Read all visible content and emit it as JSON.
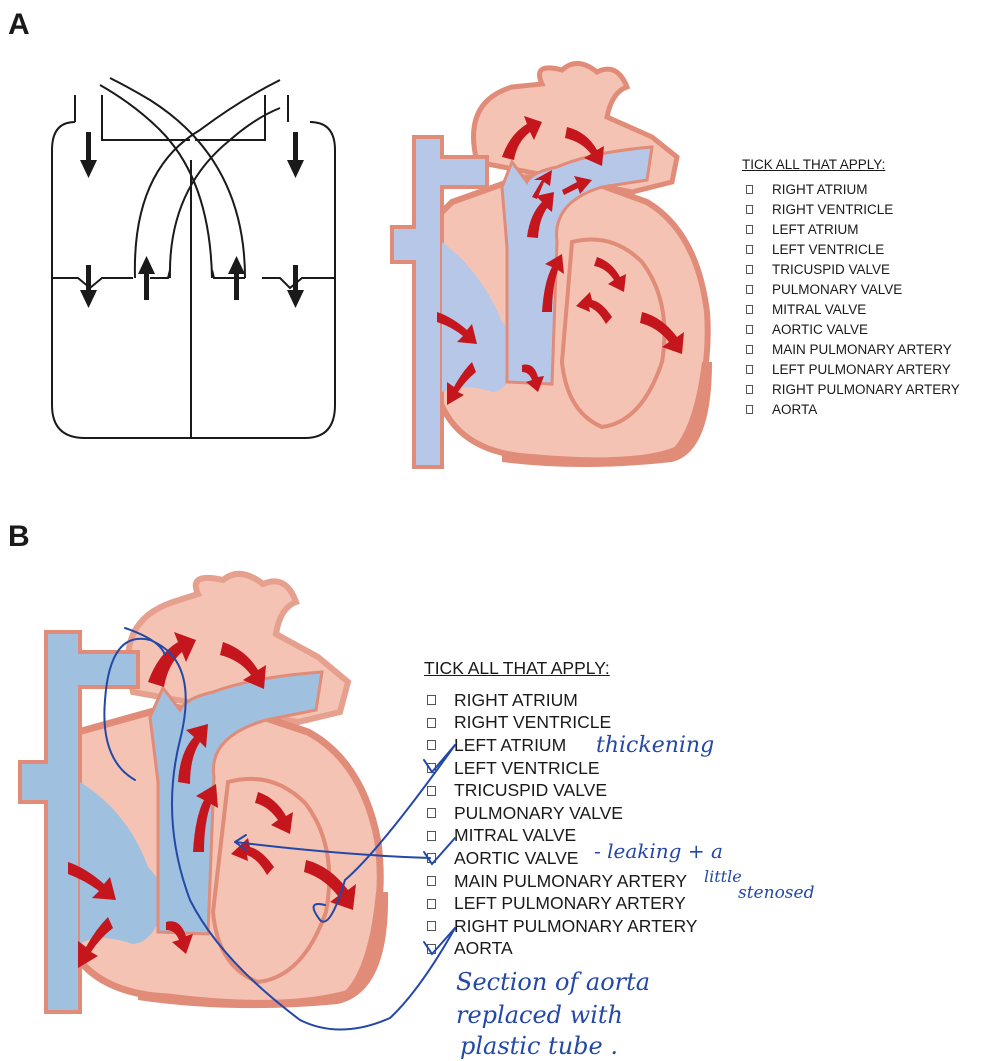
{
  "panels": {
    "a": {
      "label": "A",
      "checklist_title": "TICK ALL THAT APPLY:",
      "items": [
        "RIGHT ATRIUM",
        "RIGHT VENTRICLE",
        "LEFT ATRIUM",
        "LEFT VENTRICLE",
        "TRICUSPID VALVE",
        "PULMONARY VALVE",
        "MITRAL VALVE",
        "AORTIC VALVE",
        "MAIN PULMONARY ARTERY",
        "LEFT PULMONARY ARTERY",
        "RIGHT PULMONARY ARTERY",
        "AORTA"
      ]
    },
    "b": {
      "label": "B",
      "checklist_title": "TICK ALL THAT APPLY:",
      "items": [
        "RIGHT ATRIUM",
        "RIGHT VENTRICLE",
        "LEFT ATRIUM",
        "LEFT VENTRICLE",
        "TRICUSPID VALVE",
        "PULMONARY VALVE",
        "MITRAL VALVE",
        "AORTIC VALVE",
        "MAIN PULMONARY ARTERY",
        "LEFT PULMONARY ARTERY",
        "RIGHT PULMONARY ARTERY",
        "AORTA"
      ],
      "ticked": [
        "LEFT VENTRICLE",
        "AORTIC VALVE",
        "AORTA"
      ],
      "handwritten_notes": {
        "left_atrium_note": "thickening",
        "aortic_valve_note_1": "- leaking + a",
        "aortic_valve_note_2": "little",
        "aortic_valve_note_3": "stenosed",
        "aorta_note_1": "Section of aorta",
        "aorta_note_2": "replaced with",
        "aorta_note_3": "plastic tube ."
      }
    }
  },
  "colors": {
    "deoxygenated_blue": "#b7c7e8",
    "oxygenated_pink": "#f4c3b3",
    "muscle_dark": "#e08c78",
    "arrow_red": "#c4161c",
    "ink_blue": "#2448a8",
    "photo_blue": "#9fc0de"
  }
}
